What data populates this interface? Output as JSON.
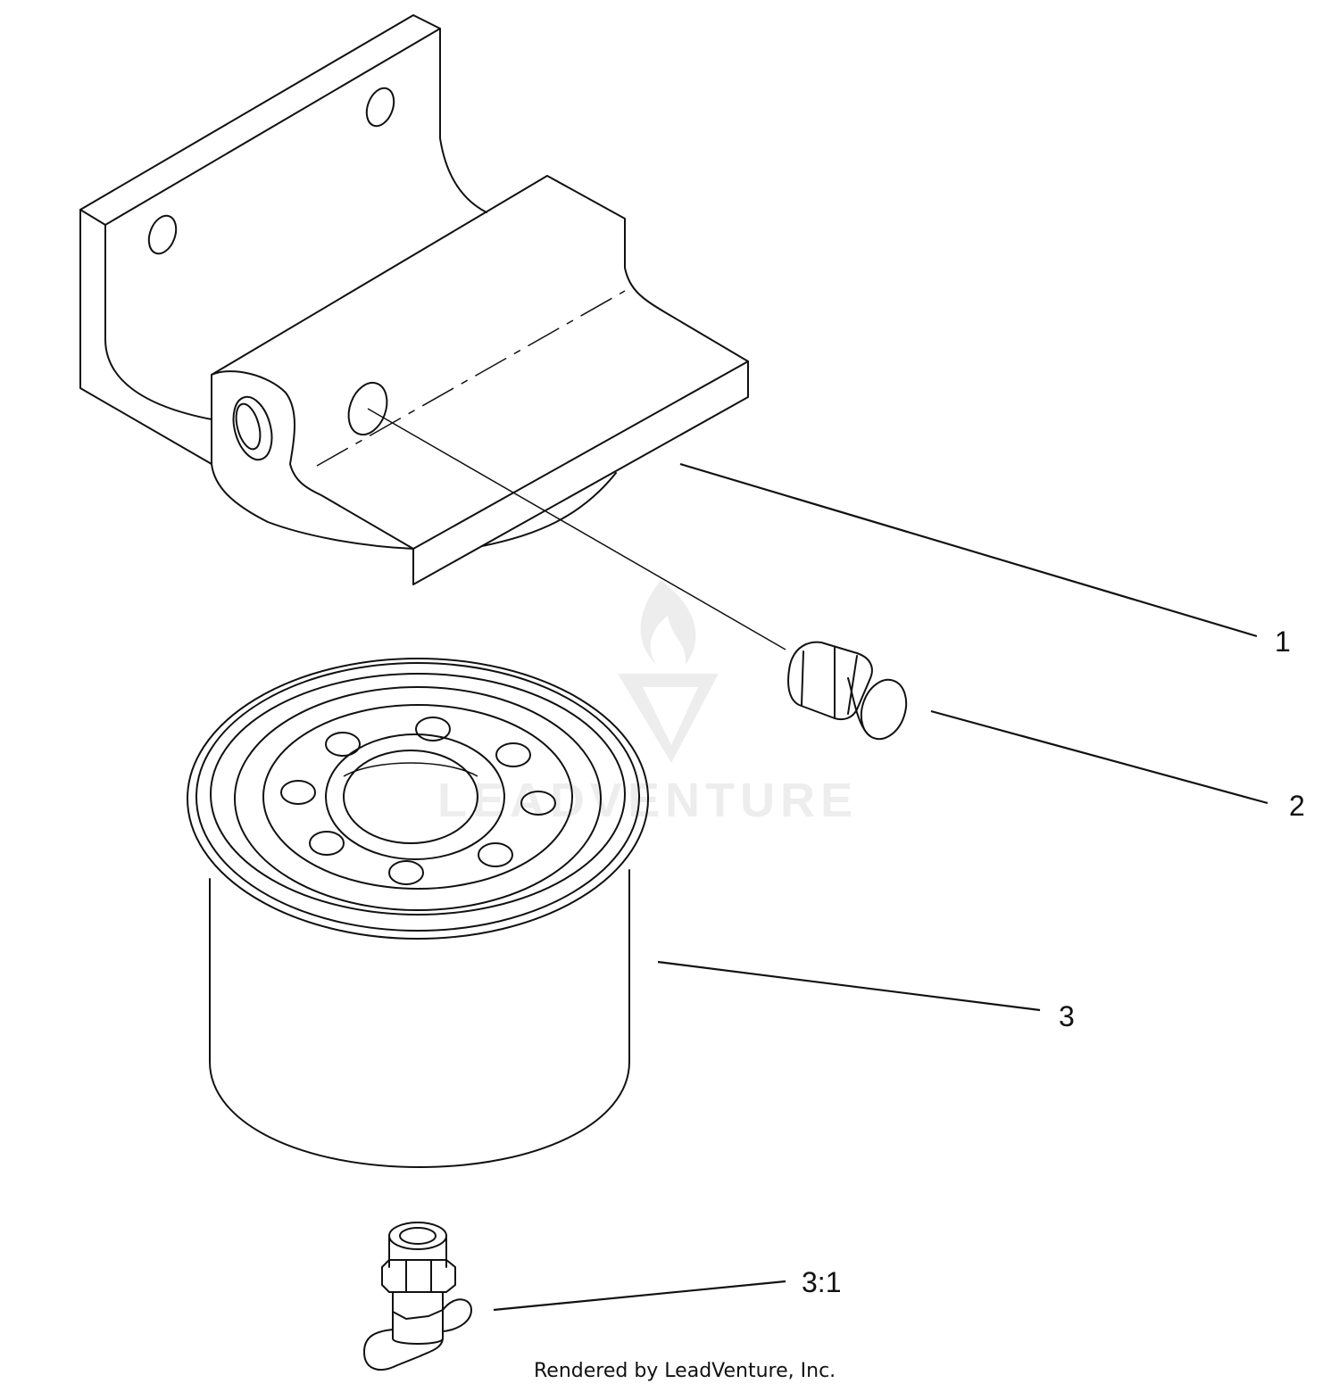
{
  "diagram": {
    "callouts": [
      {
        "id": "1",
        "label": "1"
      },
      {
        "id": "2",
        "label": "2"
      },
      {
        "id": "3",
        "label": "3"
      },
      {
        "id": "3-1",
        "label": "3:1"
      }
    ],
    "credit": "Rendered by LeadVenture, Inc.",
    "watermark": "LEADVENTURE",
    "colors": {
      "line": "#111111",
      "watermark": "#ededed",
      "background": "#ffffff"
    }
  }
}
